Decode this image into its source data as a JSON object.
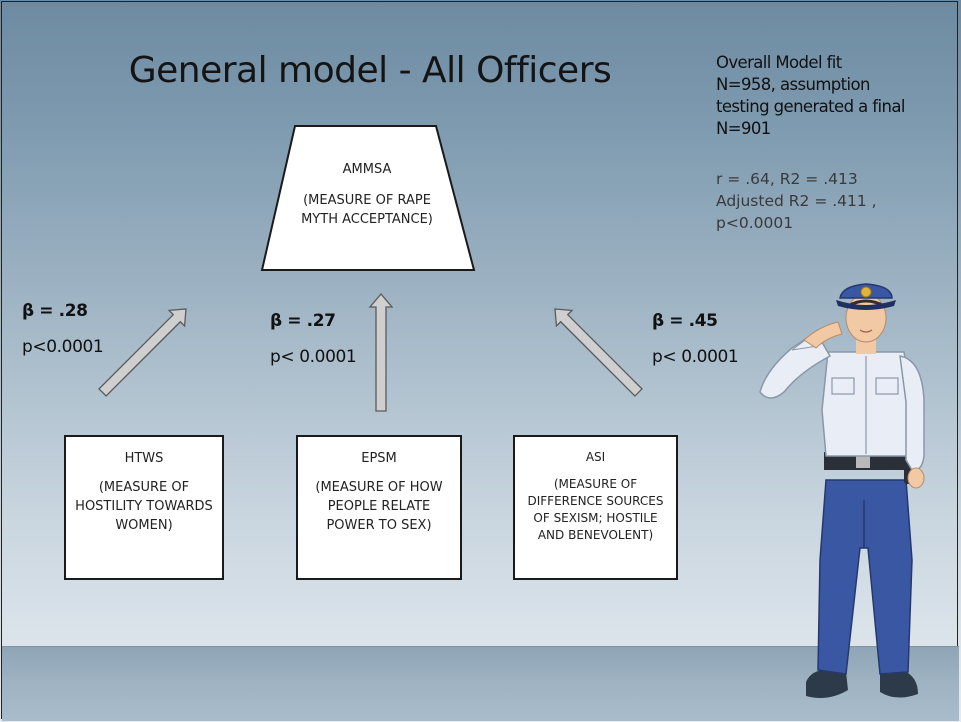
{
  "title": "General model - All Officers",
  "model_fit": {
    "header_lines": [
      "Overall Model fit",
      "N=958, assumption",
      "testing generated a final",
      "N=901"
    ],
    "stats_lines": [
      "r = .64, R2 = .413",
      "Adjusted R2 = .411 ,",
      "p<0.0001"
    ]
  },
  "outcome": {
    "name": "AMMSA",
    "description": "(MEASURE OF RAPE MYTH ACCEPTANCE)"
  },
  "predictors": [
    {
      "name": "HTWS",
      "description": "(MEASURE OF HOSTILITY TOWARDS WOMEN)",
      "beta": "β = .28",
      "p": "p<0.0001"
    },
    {
      "name": "EPSM",
      "description": "(MEASURE OF HOW PEOPLE RELATE POWER TO SEX)",
      "beta": "β = .27",
      "p": "p< 0.0001"
    },
    {
      "name": "ASI",
      "description": "(MEASURE OF DIFFERENCE SOURCES OF SEXISM; HOSTILE AND BENEVOLENT)",
      "beta": "β = .45",
      "p": "p< 0.0001"
    }
  ],
  "colors": {
    "arrow_fill": "#cfcfcf",
    "arrow_stroke": "#5a5a5a",
    "uniform": "#3a57a3",
    "shirt": "#e9eef6"
  }
}
